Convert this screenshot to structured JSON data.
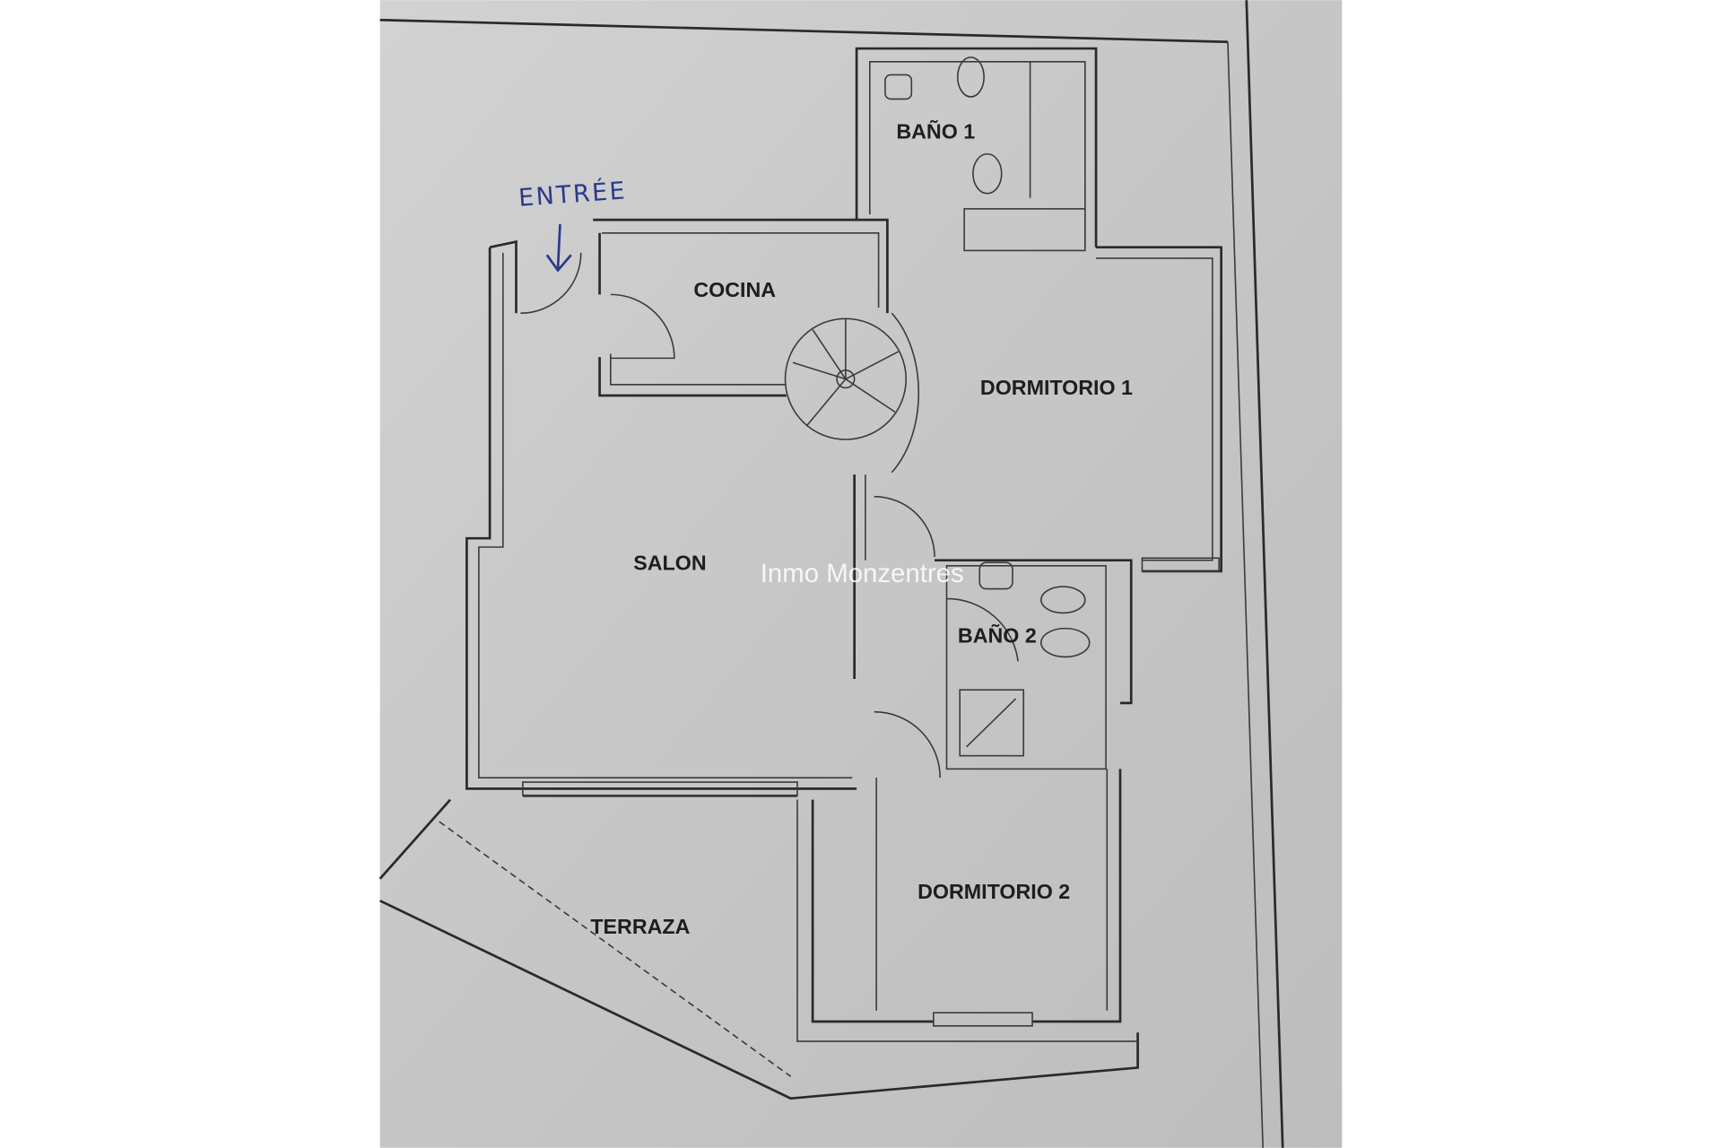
{
  "plan": {
    "rooms": {
      "bano1": "BAÑO 1",
      "cocina": "COCINA",
      "dormitorio1": "DORMITORIO 1",
      "salon": "SALON",
      "bano2": "BAÑO 2",
      "dormitorio2": "DORMITORIO 2",
      "terraza": "TERRAZA"
    },
    "entrance_note": "ENTRÉE",
    "watermark": "Inmo Monzentres",
    "paper_color": "#c9c9c9",
    "ink_color": "#2a2a2a",
    "handwriting_color": "#2b3a8a"
  }
}
